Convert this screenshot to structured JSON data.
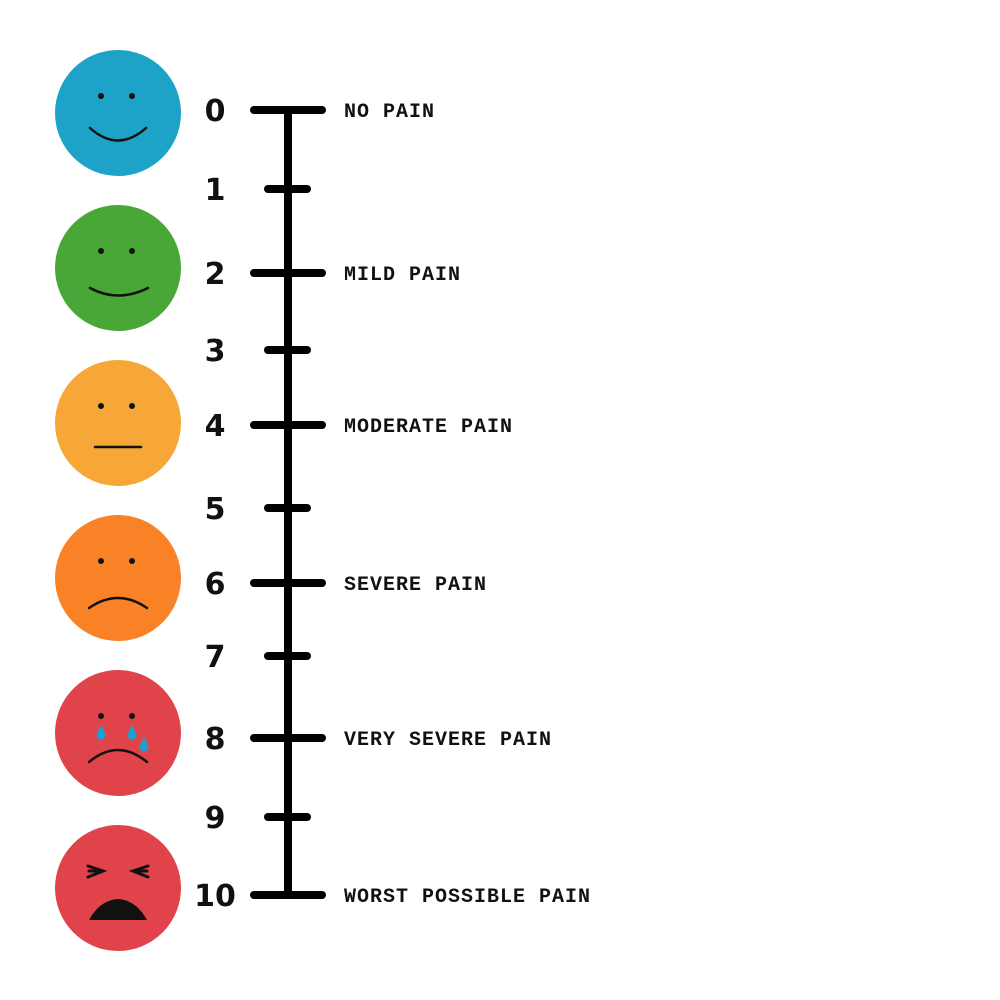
{
  "scale": {
    "levels": [
      {
        "value": "0",
        "label": "NO PAIN"
      },
      {
        "value": "1",
        "label": ""
      },
      {
        "value": "2",
        "label": "MILD PAIN"
      },
      {
        "value": "3",
        "label": ""
      },
      {
        "value": "4",
        "label": "MODERATE PAIN"
      },
      {
        "value": "5",
        "label": ""
      },
      {
        "value": "6",
        "label": "SEVERE PAIN"
      },
      {
        "value": "7",
        "label": ""
      },
      {
        "value": "8",
        "label": "VERY SEVERE PAIN"
      },
      {
        "value": "9",
        "label": ""
      },
      {
        "value": "10",
        "label": "WORST POSSIBLE PAIN"
      }
    ]
  },
  "faces": [
    {
      "expression": "smile",
      "color": "#1ea3c8"
    },
    {
      "expression": "slight-smile",
      "color": "#48a737"
    },
    {
      "expression": "neutral",
      "color": "#f7a738"
    },
    {
      "expression": "frown",
      "color": "#f98126"
    },
    {
      "expression": "crying",
      "color": "#e0434a"
    },
    {
      "expression": "anguish",
      "color": "#e0434a"
    }
  ],
  "tear_color": "#1e9fd0"
}
